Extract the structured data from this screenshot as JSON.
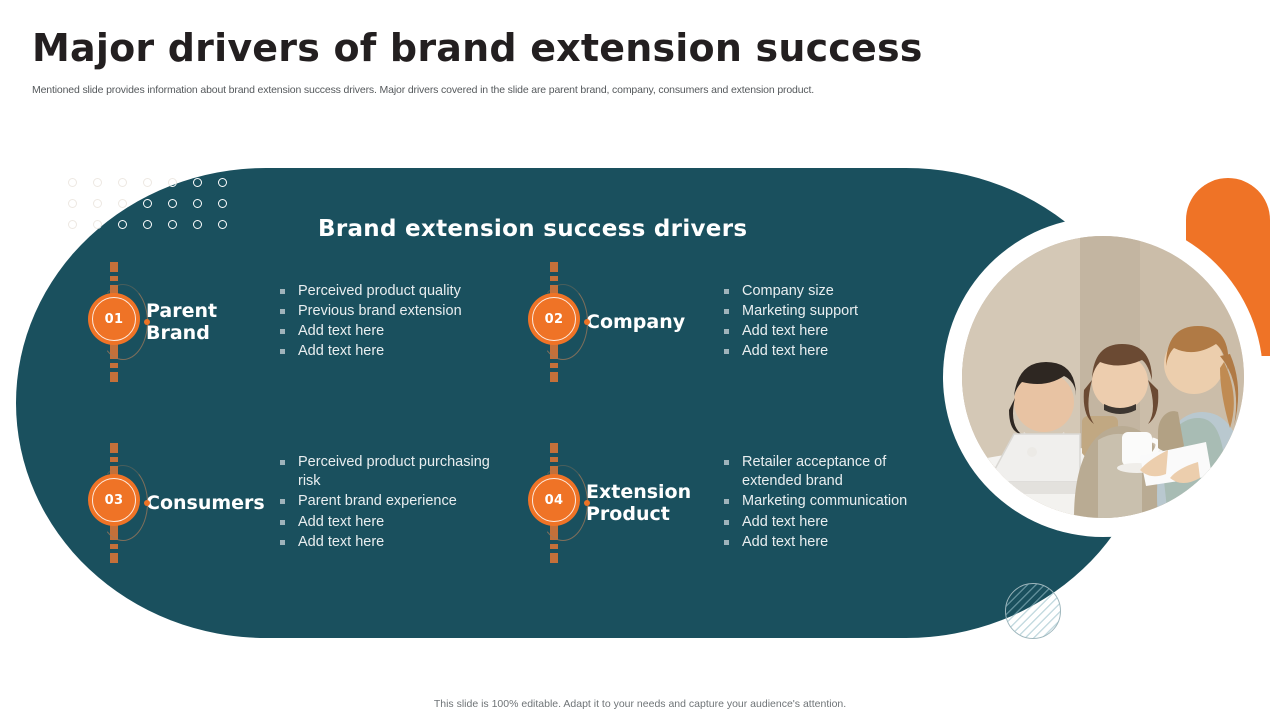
{
  "header": {
    "title": "Major drivers of brand extension success",
    "subtitle": "Mentioned slide provides information about brand extension success drivers. Major drivers covered in the slide are parent brand, company, consumers and extension product."
  },
  "panel": {
    "title": "Brand extension success drivers",
    "bg_color": "#1a505e",
    "accent_color": "#ef7326"
  },
  "drivers": [
    {
      "number": "01",
      "label": "Parent Brand",
      "bullets": [
        "Perceived product quality",
        "Previous brand extension",
        "Add text here",
        "Add text here"
      ]
    },
    {
      "number": "02",
      "label": "Company",
      "bullets": [
        "Company size",
        "Marketing support",
        "Add text here",
        "Add text here"
      ]
    },
    {
      "number": "03",
      "label": "Consumers",
      "bullets": [
        "Perceived product purchasing risk",
        "Parent brand experience",
        "Add text here",
        "Add text here"
      ]
    },
    {
      "number": "04",
      "label": "Extension Product",
      "bullets": [
        "Retailer acceptance of extended brand",
        "Marketing communication",
        "Add text here",
        "Add text here"
      ]
    }
  ],
  "photo": {
    "alt": "three women collaborating at a table with a laptop"
  },
  "footer": {
    "note": "This slide is 100% editable. Adapt it to your needs and capture your audience's attention."
  }
}
